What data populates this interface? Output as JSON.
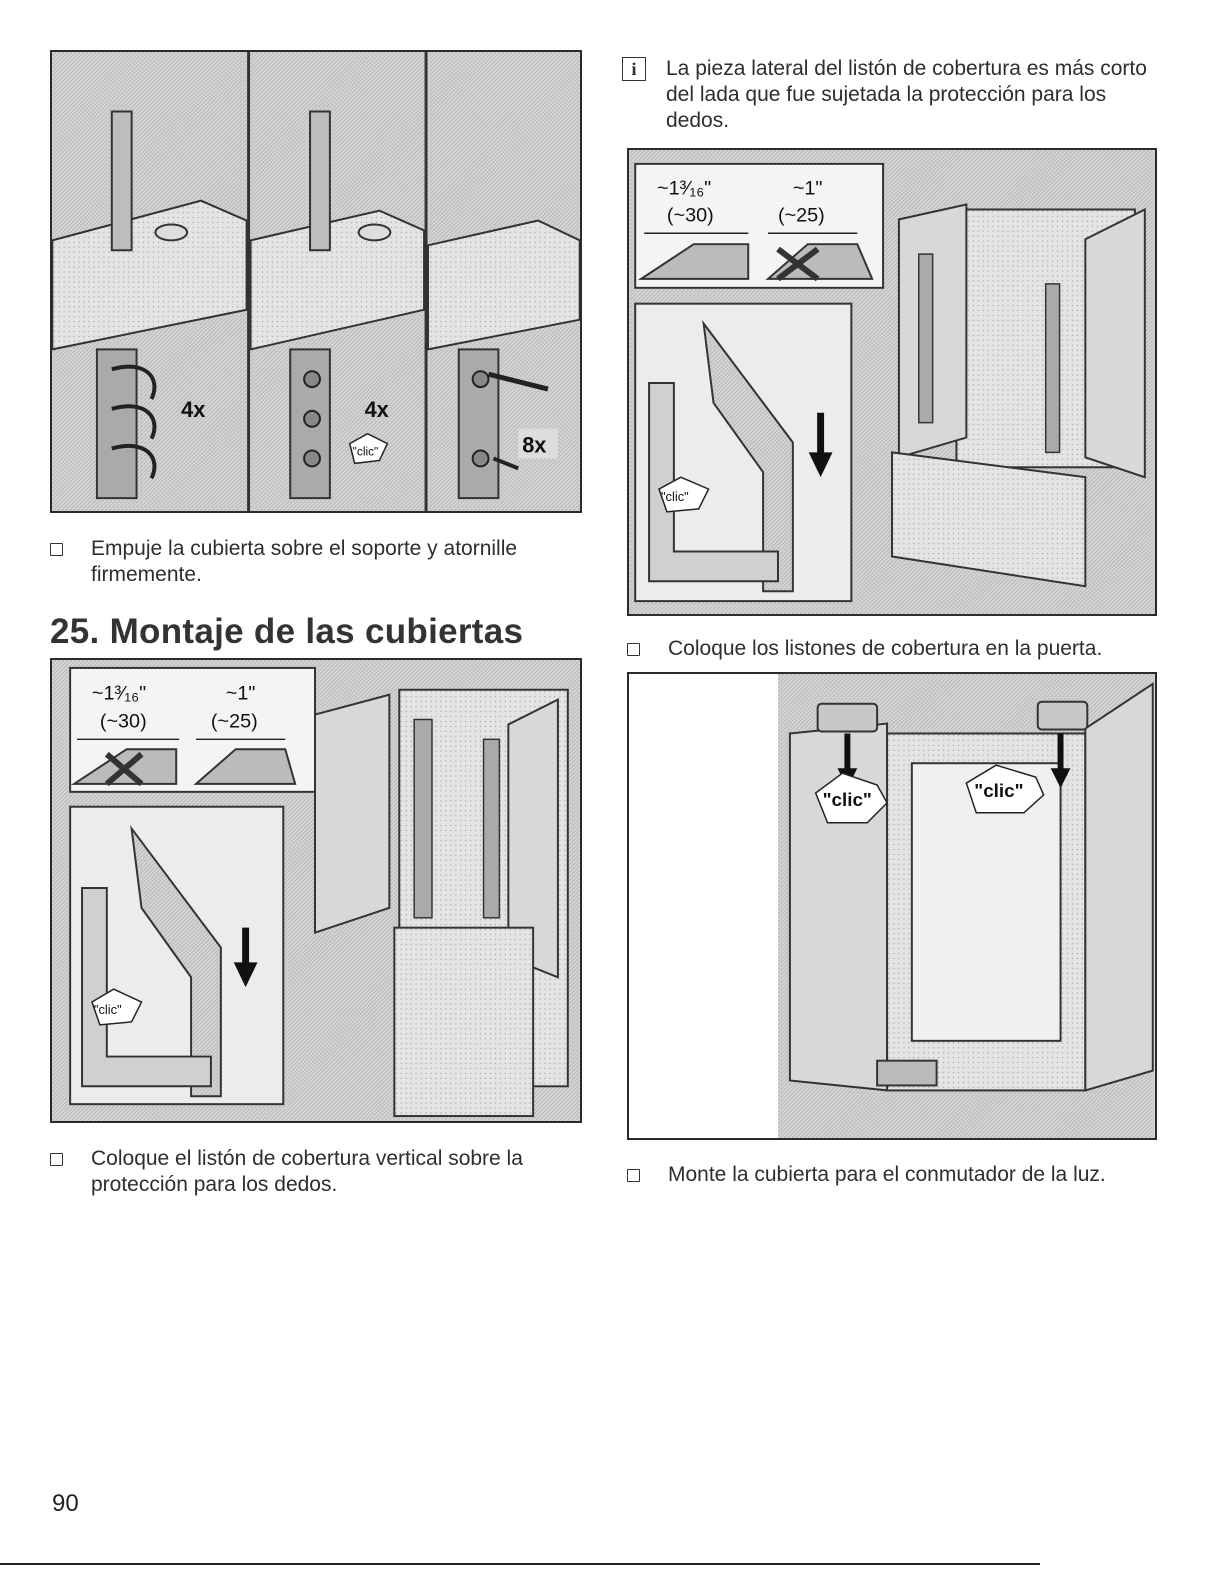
{
  "section": {
    "heading": "25. Montaje de las cubiertas"
  },
  "figure1": {
    "panel_labels": [
      "4x",
      "4x",
      "8x"
    ],
    "click_label": "\"clic\""
  },
  "step_push": "Empuje la cubierta sobre el soporte y atornille\nfirmemente.",
  "figure2": {
    "dim_left_inch": "~1³⁄₁₆\"",
    "dim_left_mm": "(~30)",
    "dim_right_inch": "~1\"",
    "dim_right_mm": "(~25)",
    "click_label": "\"clic\""
  },
  "step_vertical": "Coloque el listón de cobertura vertical sobre la\nprotección para los dedos.",
  "info_icon": "i",
  "info_note": "La pieza lateral del listón de cobertura es más corto\ndel lada que fue sujetada la protección para los\ndedos.",
  "figure3": {
    "dim_left_inch": "~1³⁄₁₆\"",
    "dim_left_mm": "(~30)",
    "dim_right_inch": "~1\"",
    "dim_right_mm": "(~25)",
    "click_label": "\"clic\""
  },
  "step_door": "Coloque los listones de cobertura en la puerta.",
  "figure4": {
    "click_left": "\"clic\"",
    "click_right": "\"clic\""
  },
  "step_light": "Monte la cubierta para el conmutador de la luz.",
  "page_number": "90"
}
